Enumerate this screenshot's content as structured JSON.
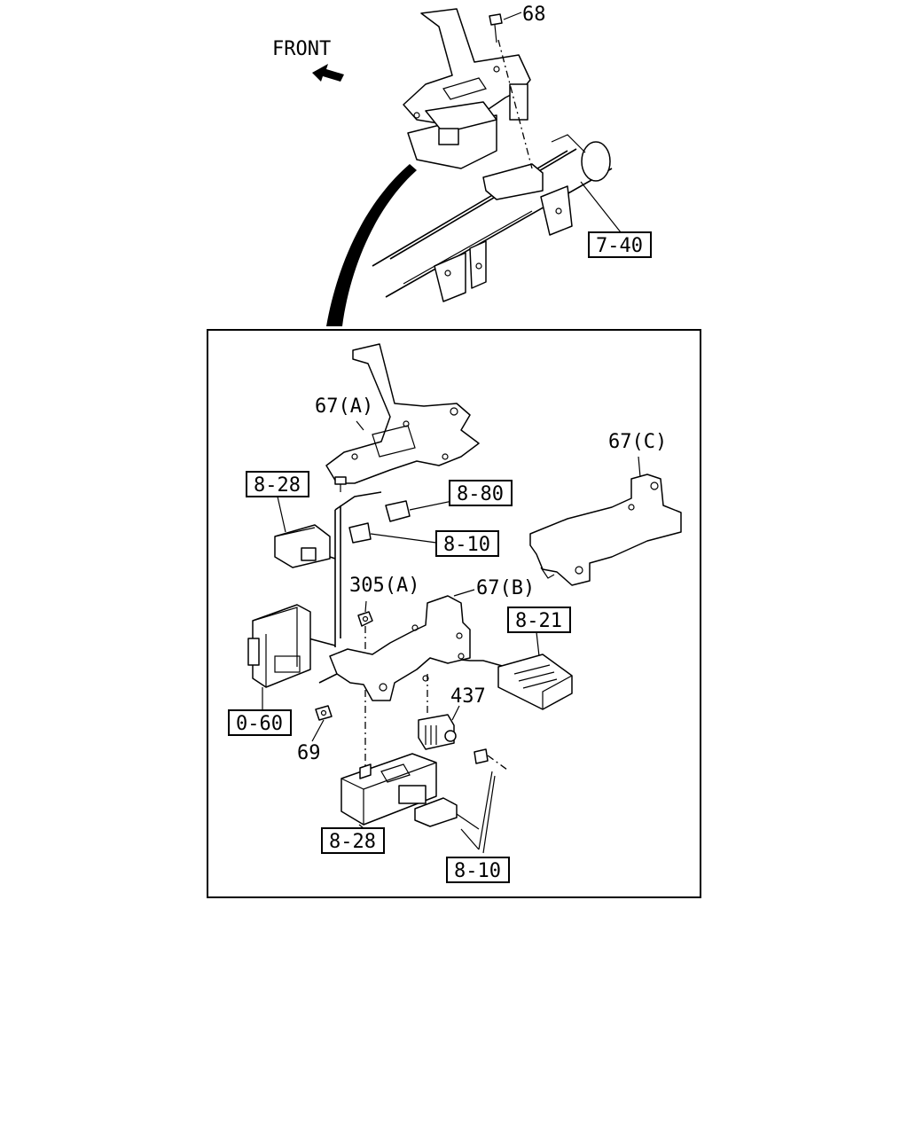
{
  "orientation": {
    "front_label": "FRONT"
  },
  "callouts": {
    "ref_68": "68",
    "ref_7_40": "7-40",
    "ref_67a": "67(A)",
    "ref_67b": "67(B)",
    "ref_67c": "67(C)",
    "ref_8_28_top": "8-28",
    "ref_8_80": "8-80",
    "ref_8_10_top": "8-10",
    "ref_305a": "305(A)",
    "ref_8_21": "8-21",
    "ref_0_60": "0-60",
    "ref_69": "69",
    "ref_437": "437",
    "ref_8_28_bottom": "8-28",
    "ref_8_10_bottom": "8-10"
  }
}
